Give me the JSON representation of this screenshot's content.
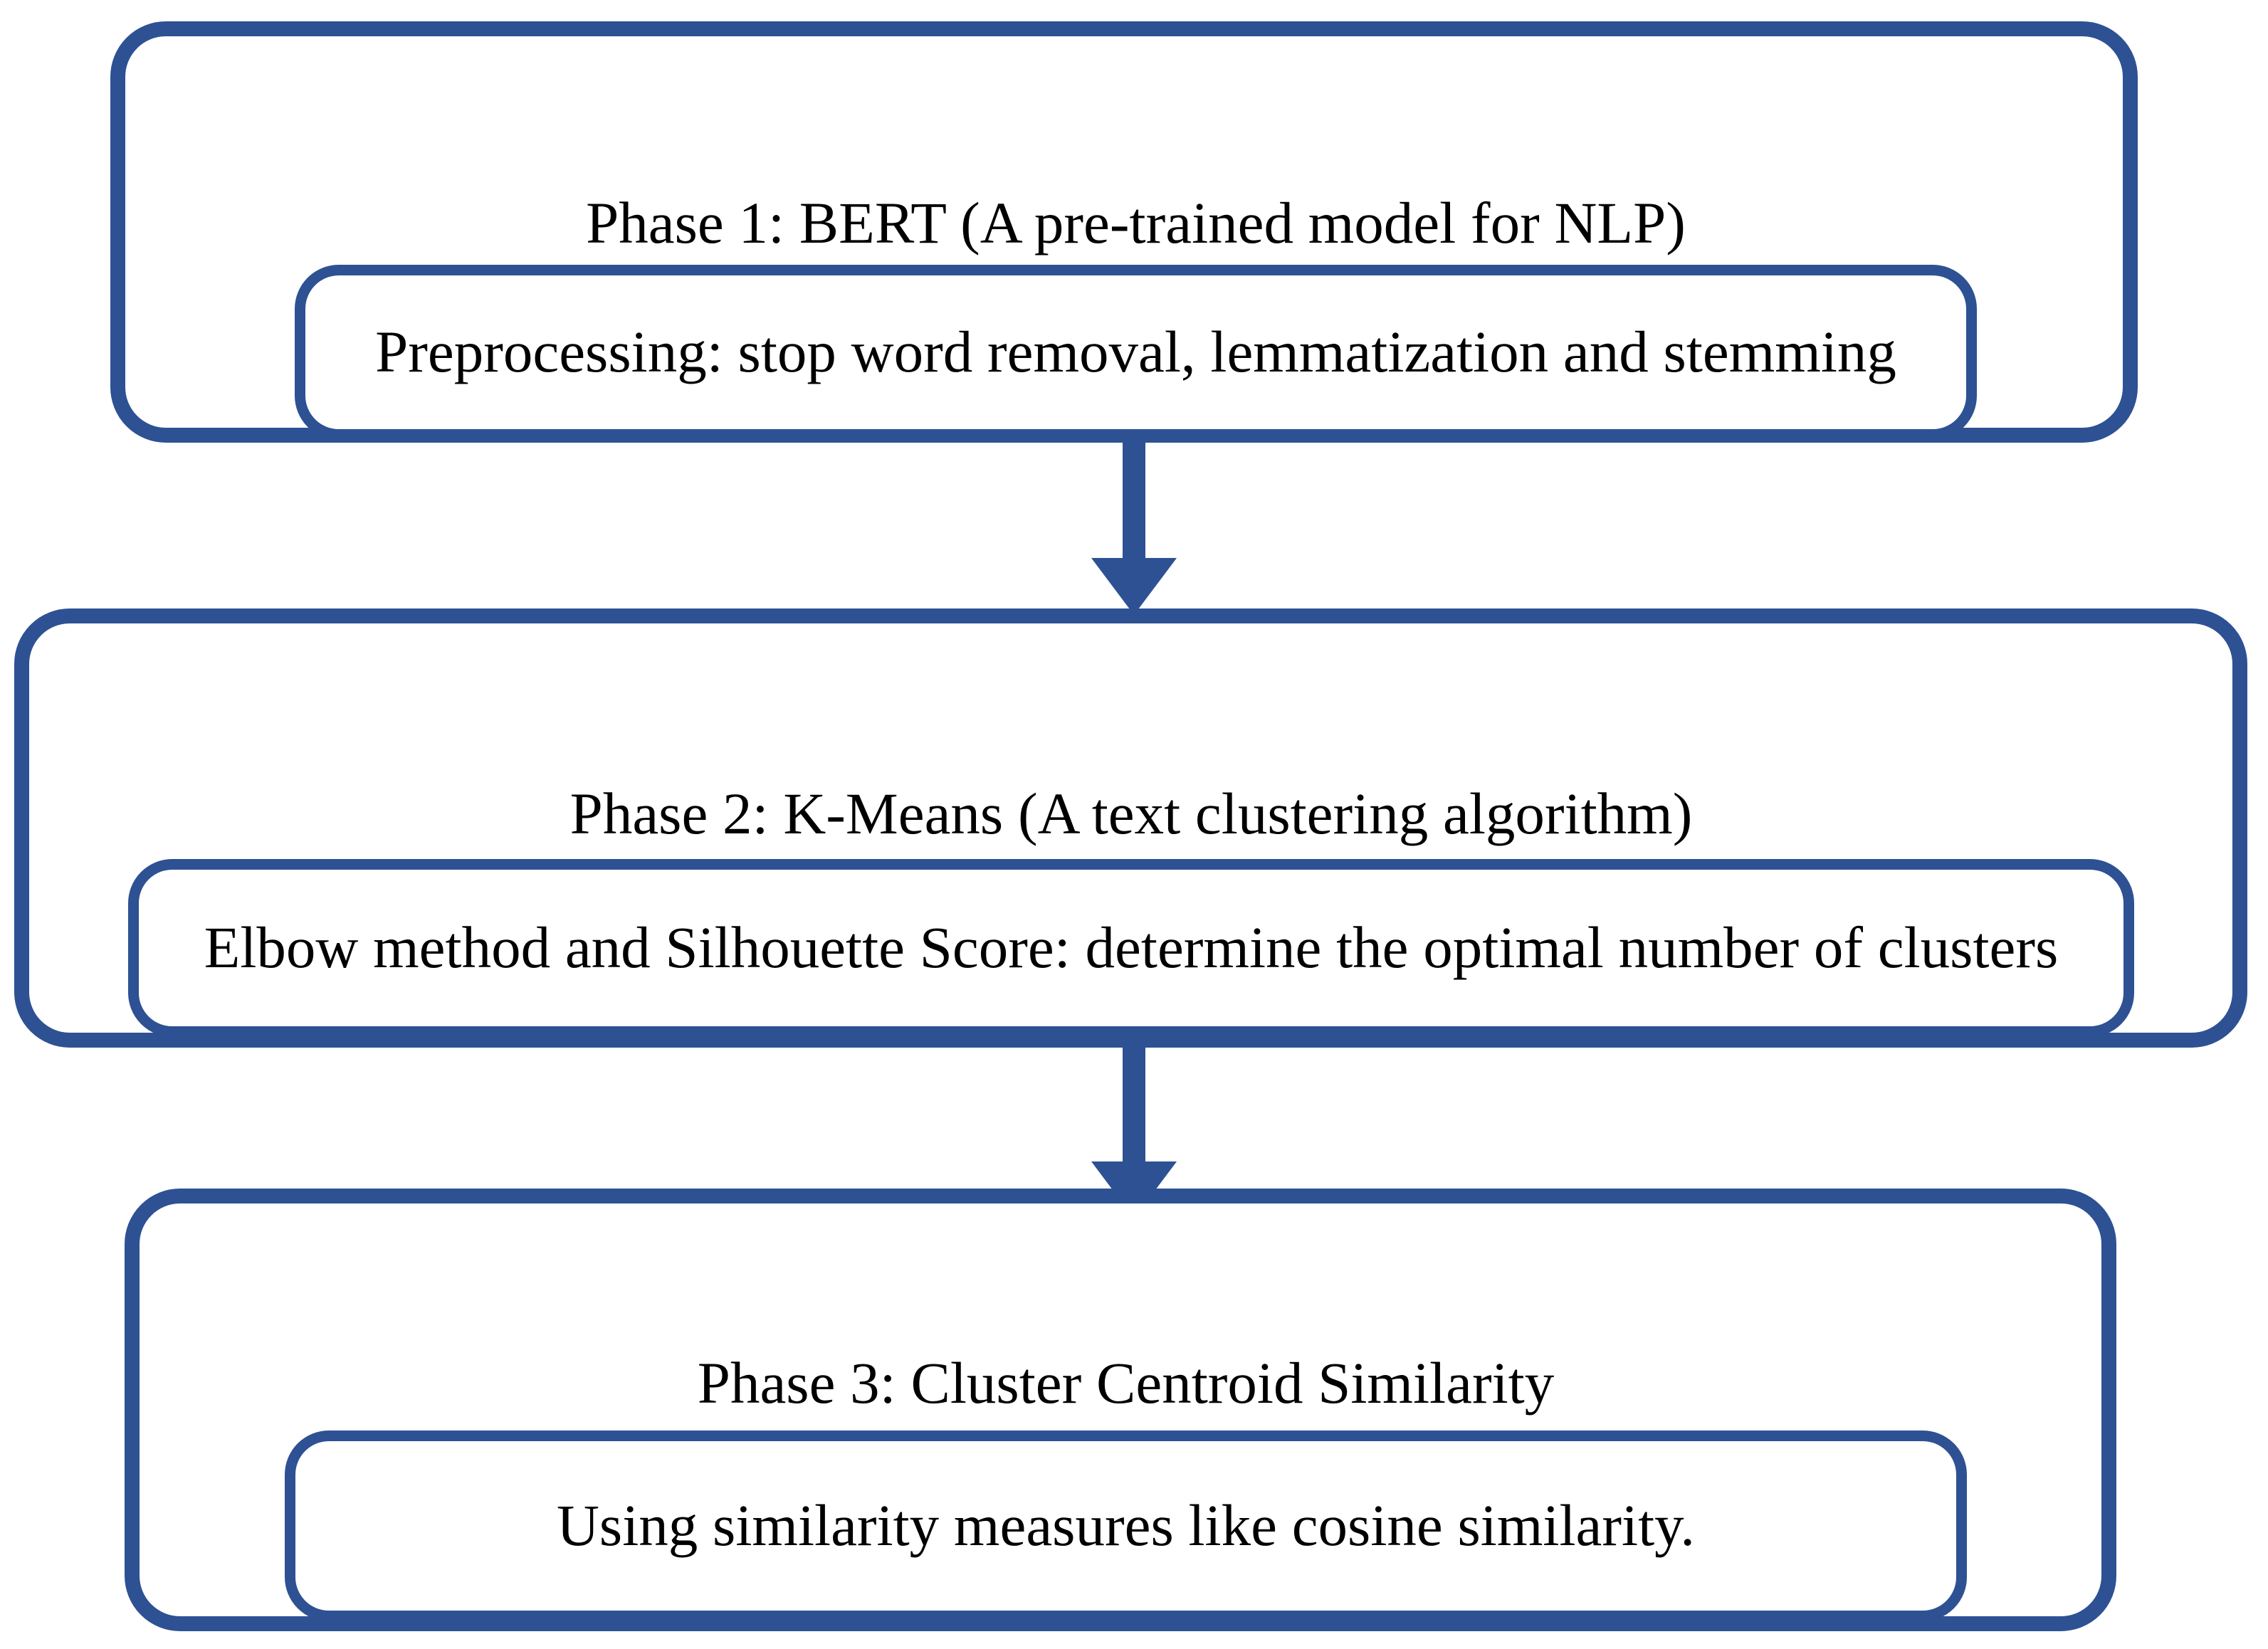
{
  "diagram": {
    "title": "Three-phase text clustering pipeline flowchart",
    "accent_color": "#2d5193",
    "text_color": "#000000",
    "background_color": "#ffffff",
    "phases": [
      {
        "id": "phase-1",
        "title": "Phase 1: BERT (A pre-trained model for NLP)",
        "detail": "Preprocessing: stop word removal, lemmatization and stemming"
      },
      {
        "id": "phase-2",
        "title": "Phase 2: K-Means (A text clustering algorithm)",
        "detail": "Elbow method and Silhouette Score: determine the optimal number of clusters"
      },
      {
        "id": "phase-3",
        "title": "Phase 3: Cluster Centroid Similarity",
        "detail": "Using similarity measures like cosine similarity."
      }
    ],
    "connectors": [
      {
        "id": "arrow-1",
        "from": "phase-1",
        "to": "phase-2",
        "shape": "down-arrow"
      },
      {
        "id": "arrow-2",
        "from": "phase-2",
        "to": "phase-3",
        "shape": "down-arrow"
      }
    ]
  }
}
